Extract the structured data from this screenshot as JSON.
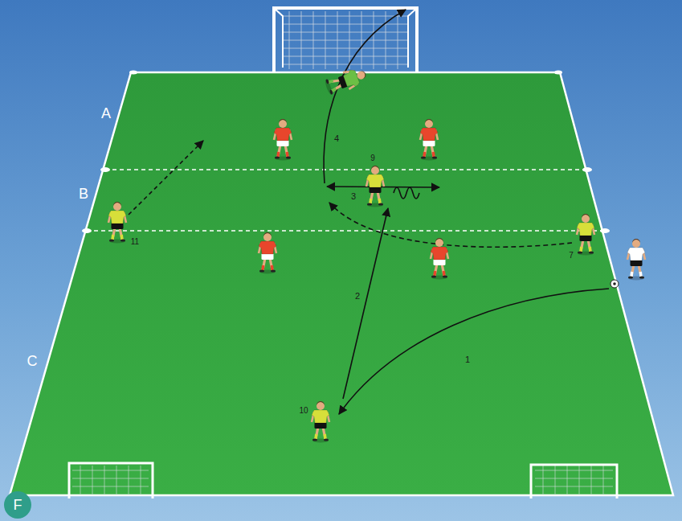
{
  "diagram": {
    "nodes": [
      {
        "text": [
          "F"
        ]
      }
    ],
    "labels": [
      "A",
      "B",
      "C",
      "4",
      "9",
      "3",
      "11",
      "2",
      "7",
      "1",
      "10"
    ]
  }
}
